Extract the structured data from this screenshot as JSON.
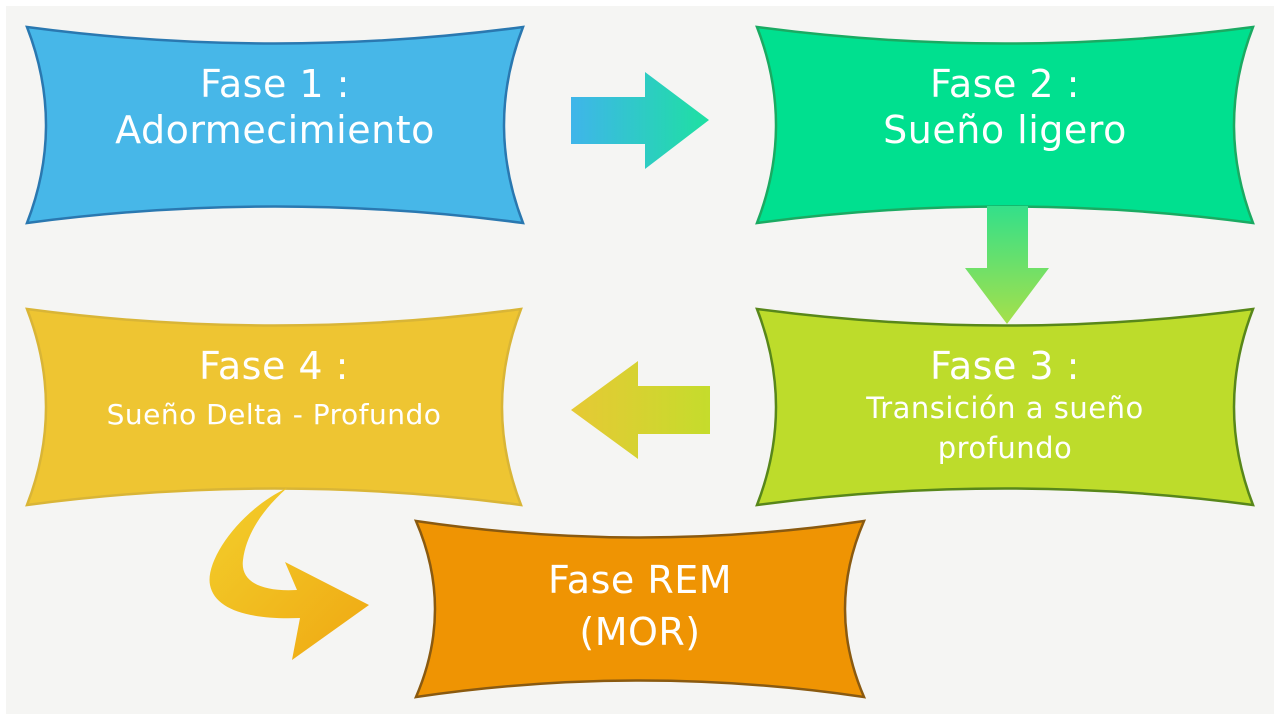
{
  "colors": {
    "background": "#f5f5f3",
    "phase1": "#47b7e8",
    "phase2": "#00e08f",
    "phase3": "#bddc2b",
    "phase4": "#eec532",
    "rem": "#ef9403",
    "text": "#ffffff"
  },
  "phases": [
    {
      "id": "fase-1",
      "title": "Fase 1 :",
      "subtitle": "Adormecimiento"
    },
    {
      "id": "fase-2",
      "title": "Fase 2 :",
      "subtitle": "Sueño ligero"
    },
    {
      "id": "fase-3",
      "title": "Fase 3 :",
      "subtitle": "Transición a sueño",
      "subtitle2": "profundo"
    },
    {
      "id": "fase-4",
      "title": "Fase 4 :",
      "subtitle": "Sueño Delta - Profundo"
    },
    {
      "id": "fase-rem",
      "title": "Fase REM",
      "subtitle": "(MOR)"
    }
  ],
  "arrows": [
    {
      "name": "arrow-right-icon",
      "from": "fase-1",
      "to": "fase-2"
    },
    {
      "name": "arrow-down-icon",
      "from": "fase-2",
      "to": "fase-3"
    },
    {
      "name": "arrow-left-icon",
      "from": "fase-3",
      "to": "fase-4"
    },
    {
      "name": "curved-arrow-icon",
      "from": "fase-4",
      "to": "fase-rem"
    }
  ]
}
